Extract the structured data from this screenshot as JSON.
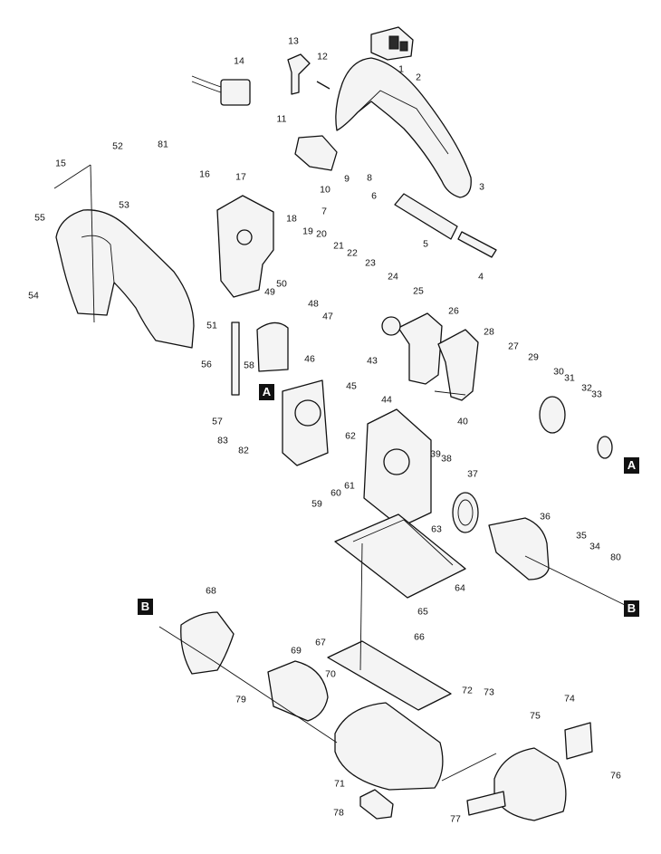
{
  "parts": [
    {
      "label": "1"
    },
    {
      "label": "2"
    },
    {
      "label": "3"
    },
    {
      "label": "4"
    },
    {
      "label": "5"
    },
    {
      "label": "6"
    },
    {
      "label": "7"
    },
    {
      "label": "8"
    },
    {
      "label": "9"
    },
    {
      "label": "10"
    },
    {
      "label": "11"
    },
    {
      "label": "12"
    },
    {
      "label": "13"
    },
    {
      "label": "14"
    },
    {
      "label": "15"
    },
    {
      "label": "16"
    },
    {
      "label": "17"
    },
    {
      "label": "18"
    },
    {
      "label": "19"
    },
    {
      "label": "20"
    },
    {
      "label": "21"
    },
    {
      "label": "22"
    },
    {
      "label": "23"
    },
    {
      "label": "24"
    },
    {
      "label": "25"
    },
    {
      "label": "26"
    },
    {
      "label": "27"
    },
    {
      "label": "28"
    },
    {
      "label": "29"
    },
    {
      "label": "30"
    },
    {
      "label": "31"
    },
    {
      "label": "32"
    },
    {
      "label": "33"
    },
    {
      "label": "34"
    },
    {
      "label": "35"
    },
    {
      "label": "36"
    },
    {
      "label": "37"
    },
    {
      "label": "38"
    },
    {
      "label": "39"
    },
    {
      "label": "40"
    },
    {
      "label": "43"
    },
    {
      "label": "44"
    },
    {
      "label": "45"
    },
    {
      "label": "46"
    },
    {
      "label": "47"
    },
    {
      "label": "48"
    },
    {
      "label": "49"
    },
    {
      "label": "50"
    },
    {
      "label": "51"
    },
    {
      "label": "52"
    },
    {
      "label": "53"
    },
    {
      "label": "54"
    },
    {
      "label": "55"
    },
    {
      "label": "56"
    },
    {
      "label": "57"
    },
    {
      "label": "58"
    },
    {
      "label": "59"
    },
    {
      "label": "60"
    },
    {
      "label": "61"
    },
    {
      "label": "62"
    },
    {
      "label": "63"
    },
    {
      "label": "64"
    },
    {
      "label": "65"
    },
    {
      "label": "66"
    },
    {
      "label": "67"
    },
    {
      "label": "68"
    },
    {
      "label": "69"
    },
    {
      "label": "70"
    },
    {
      "label": "71"
    },
    {
      "label": "72"
    },
    {
      "label": "73"
    },
    {
      "label": "74"
    },
    {
      "label": "75"
    },
    {
      "label": "76"
    },
    {
      "label": "77"
    },
    {
      "label": "78"
    },
    {
      "label": "79"
    },
    {
      "label": "80"
    },
    {
      "label": "81"
    },
    {
      "label": "82"
    },
    {
      "label": "83"
    }
  ],
  "markers": [
    {
      "label": "A"
    },
    {
      "label": "A"
    },
    {
      "label": "B"
    },
    {
      "label": "B"
    }
  ]
}
